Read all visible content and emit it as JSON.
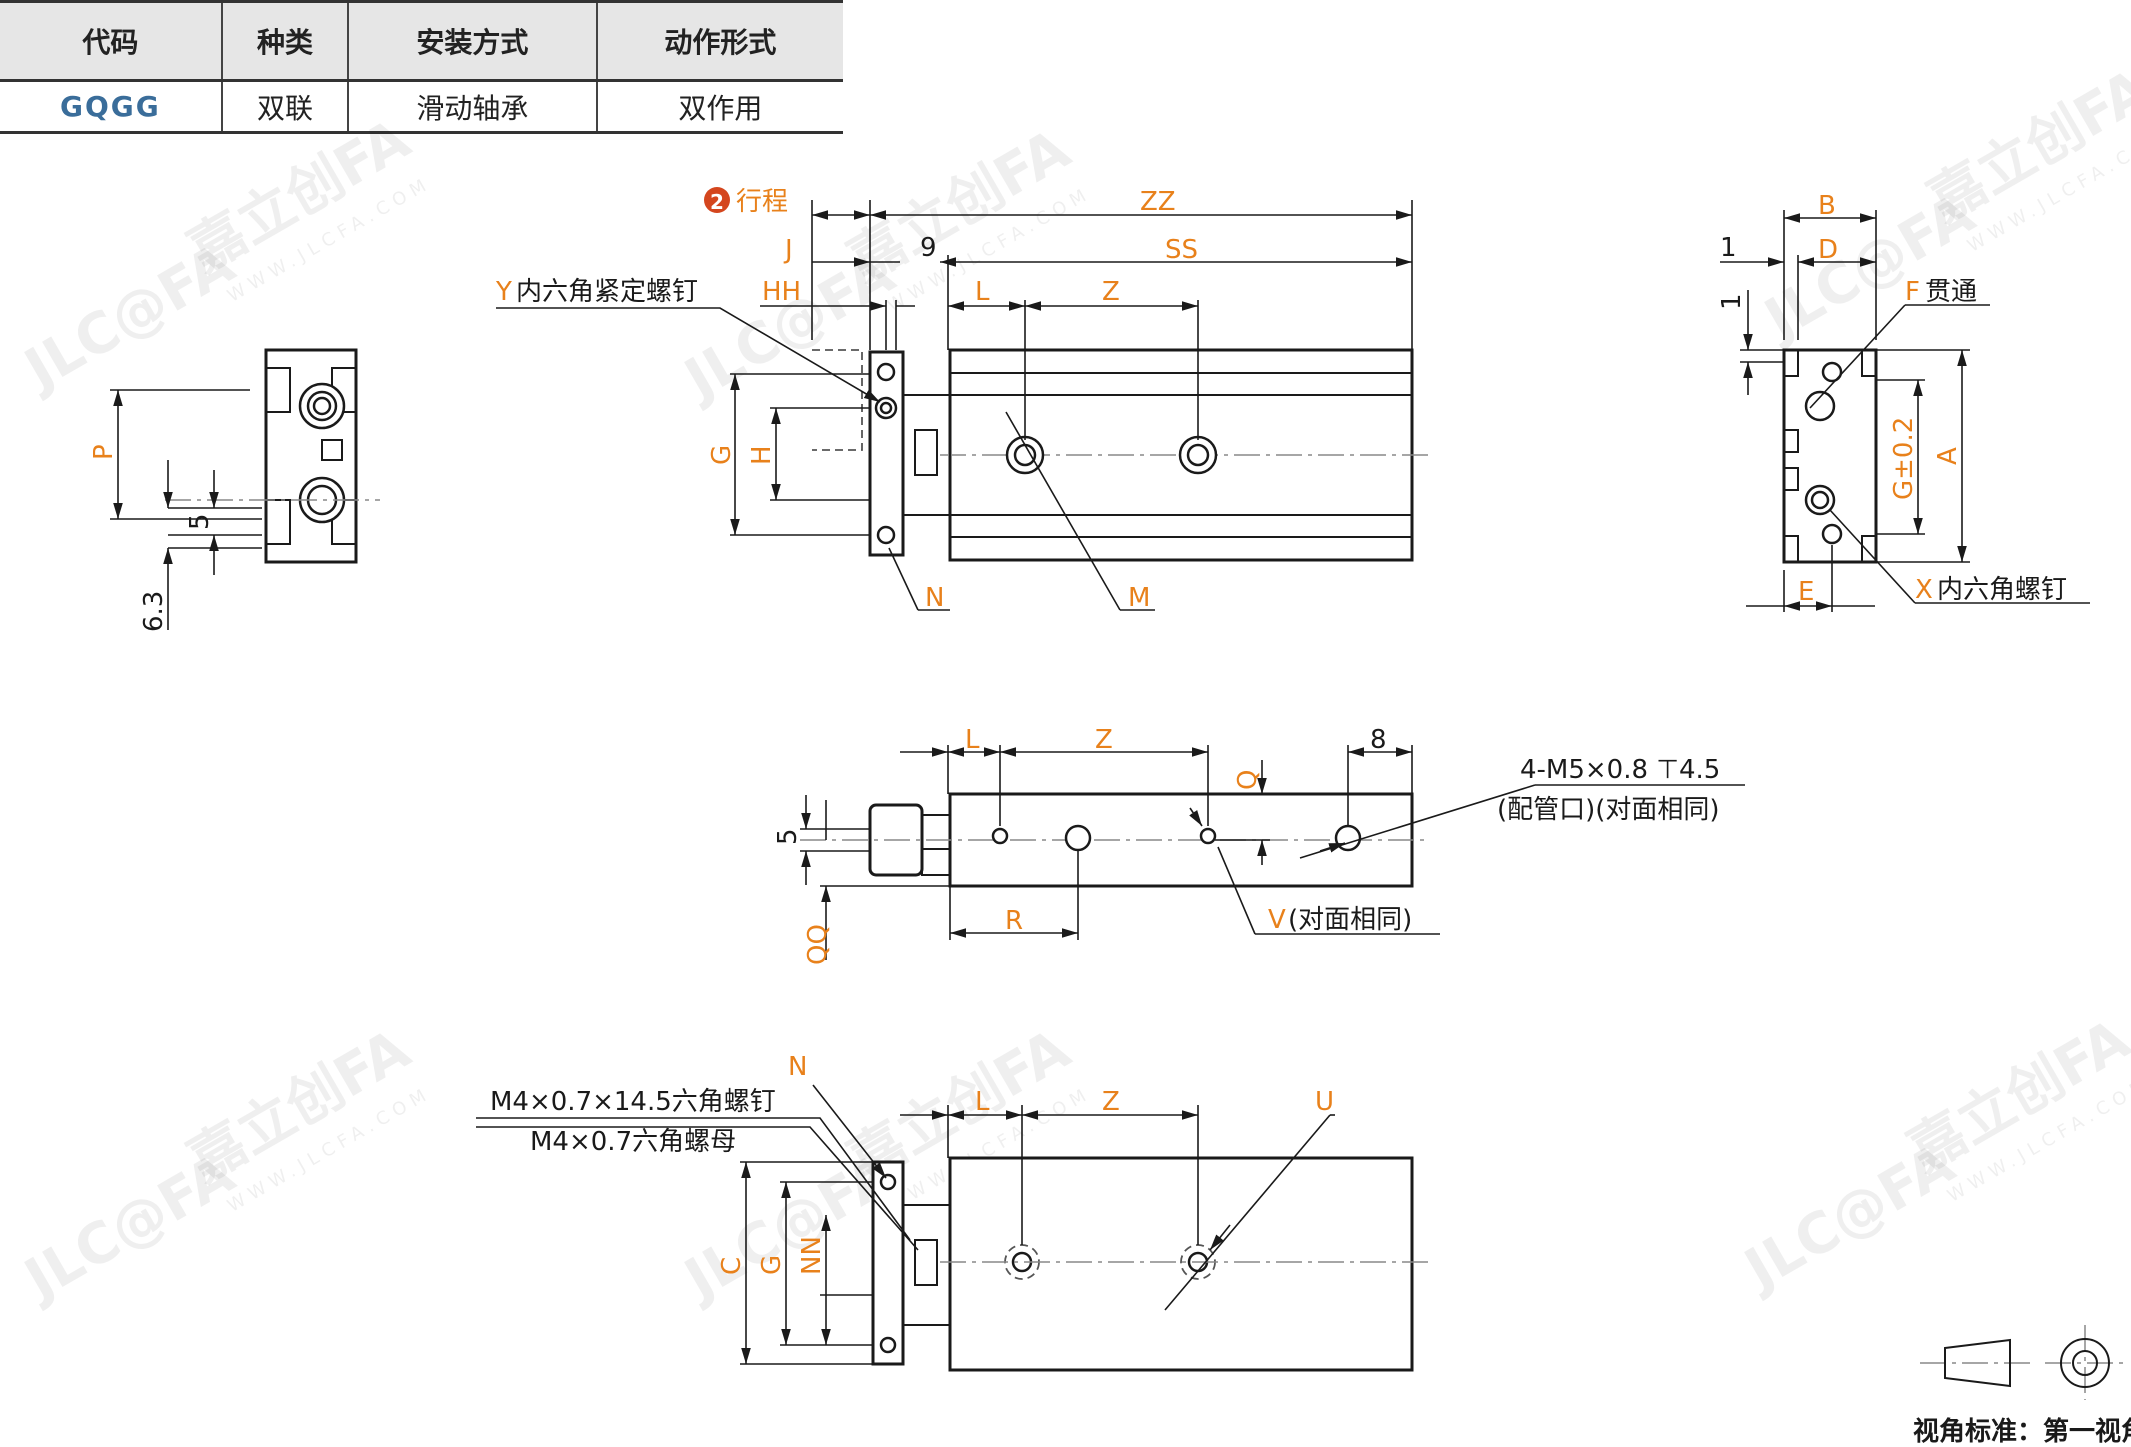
{
  "table": {
    "headers": [
      "代码",
      "种类",
      "安装方式",
      "动作形式"
    ],
    "row": [
      "GQGG",
      "双联",
      "滑动轴承",
      "双作用"
    ]
  },
  "watermark": {
    "brand": "JLC@FA",
    "cn": "嘉立创FA",
    "url": "WWW.JLCFA.COM"
  },
  "dims": {
    "zz": "ZZ",
    "ss": "SS",
    "nine": "9",
    "j": "J",
    "hh": "HH",
    "l": "L",
    "z": "Z",
    "g": "G",
    "h": "H",
    "n": "N",
    "m": "M",
    "p": "P",
    "five": "5",
    "six_three": "6.3",
    "b": "B",
    "d": "D",
    "one": "1",
    "a": "A",
    "e": "E",
    "g_tol": "G±0.2",
    "q": "Q",
    "eight": "8",
    "r": "R",
    "qq": "QQ",
    "u": "U",
    "c": "C",
    "nn": "NN"
  },
  "callouts": {
    "stroke_num": "❷",
    "stroke": "行程",
    "y_letter": "Y",
    "y_text": "内六角紧定螺钉",
    "f_letter": "F",
    "f_text": "贯通",
    "x_letter": "X",
    "x_text": "内六角螺钉",
    "port_line1": "4-M5×0.8 ⊤4.5",
    "port_line2": "(配管口)(对面相同)",
    "v_letter": "V",
    "v_text": "(对面相同)",
    "screw": "M4×0.7×14.5六角螺钉",
    "nut": "M4×0.7六角螺母"
  },
  "projection": {
    "label": "视角标准：第一视角"
  }
}
